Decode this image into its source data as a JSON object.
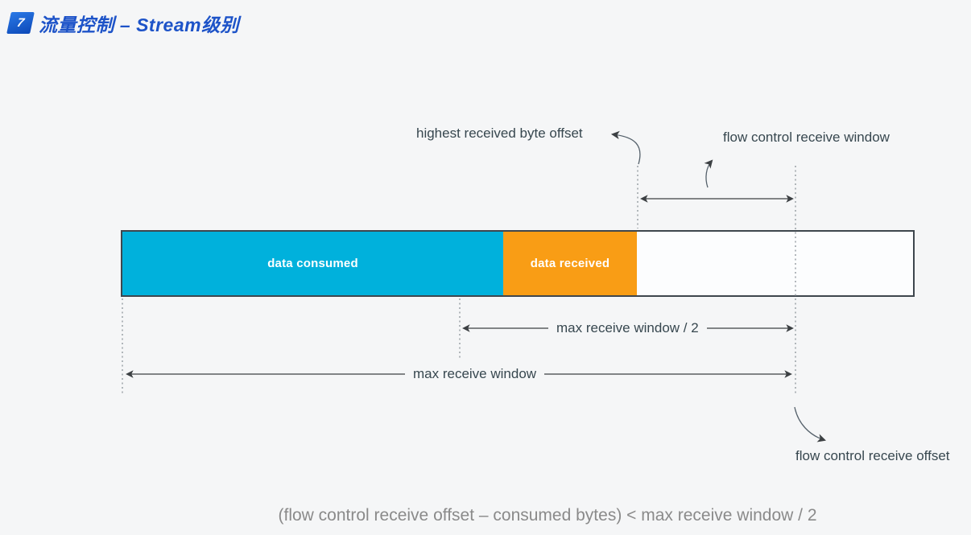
{
  "header": {
    "badge": "7",
    "title": "流量控制 – Stream级别",
    "accent_color": "#1d53c8"
  },
  "bar": {
    "consumed_label": "data consumed",
    "received_label": "data received",
    "consumed_color": "#00b1dc",
    "received_color": "#f99d15",
    "free_color": "#fcfdfe"
  },
  "annotations": {
    "highest_received_byte_offset": "highest received byte offset",
    "flow_control_receive_window": "flow control receive window",
    "max_receive_window_half": "max receive window / 2",
    "max_receive_window": "max receive window",
    "flow_control_receive_offset": "flow control receive offset"
  },
  "formula": "(flow control receive offset – consumed bytes) < max receive window / 2",
  "colors": {
    "background": "#f5f6f7",
    "label_text": "#37474f",
    "formula_text": "#8a8a8a",
    "arrow_stroke": "#3c4043",
    "dashed_stroke": "#9aa0a6"
  }
}
